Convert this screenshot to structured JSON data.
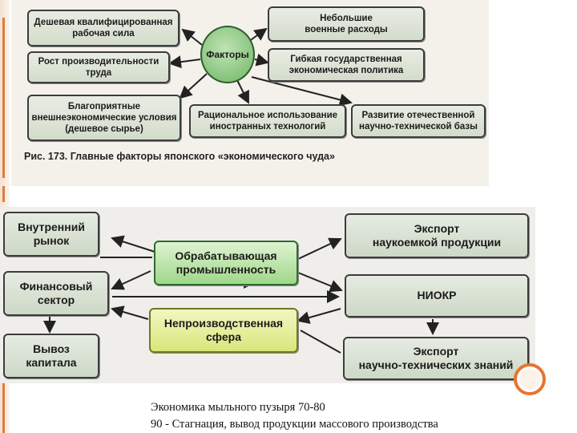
{
  "figure_top": {
    "center": "Факторы",
    "left_boxes": [
      "Дешевая квалифицированная\nрабочая сила",
      "Рост производительности\nтруда",
      "Благоприятные\nвнешнеэкономические условия\n(дешевое сырье)"
    ],
    "right_boxes": [
      "Небольшие\nвоенные расходы",
      "Гибкая государственная\nэкономическая политика"
    ],
    "bottom_boxes": [
      "Рациональное использование\nиностранных технологий",
      "Развитие отечественной\nнаучно-технической базы"
    ],
    "caption": "Рис. 173. Главные факторы японского «экономического чуда»"
  },
  "figure_bottom": {
    "left_boxes": [
      "Внутренний\nрынок",
      "Финансовый\nсектор",
      "Вывоз\nкапитала"
    ],
    "center_boxes": [
      "Обрабатывающая\nпромышленность",
      "Непроизводственная\nсфера"
    ],
    "right_boxes": [
      "Экспорт\nнаукоемкой продукции",
      "НИОКР",
      "Экспорт\nнаучно-технических знаний"
    ]
  },
  "footer": {
    "line1": "Экономика мыльного пузыря 70-80",
    "line2": "90 - Стагнация, вывод продукции массового производства"
  },
  "colors": {
    "accent": "#e8742f",
    "box_fill": "#d3dccb",
    "green_fill": "#9fd78a",
    "yellow_fill": "#d8e77a"
  }
}
